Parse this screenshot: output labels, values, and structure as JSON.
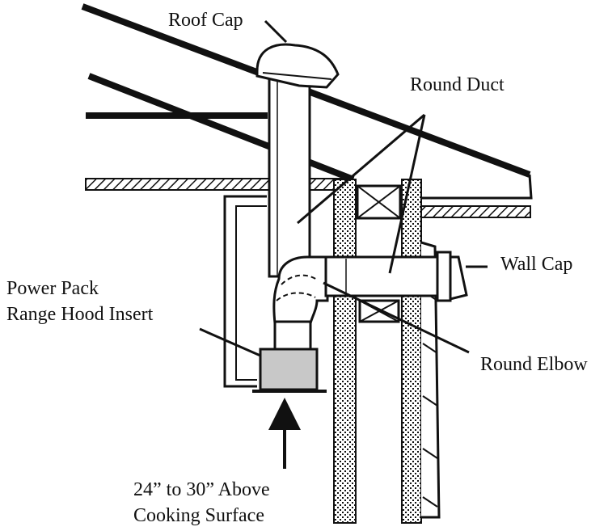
{
  "labels": {
    "roof_cap": "Roof Cap",
    "round_duct": "Round Duct",
    "wall_cap": "Wall Cap",
    "power_pack_line1": "Power Pack",
    "power_pack_line2": "Range Hood Insert",
    "round_elbow": "Round Elbow",
    "clearance_line1": "24” to 30” Above",
    "clearance_line2": "Cooking Surface"
  },
  "colors": {
    "ink": "#111111",
    "insert_fill": "#c8c8c8",
    "background": "#ffffff"
  }
}
